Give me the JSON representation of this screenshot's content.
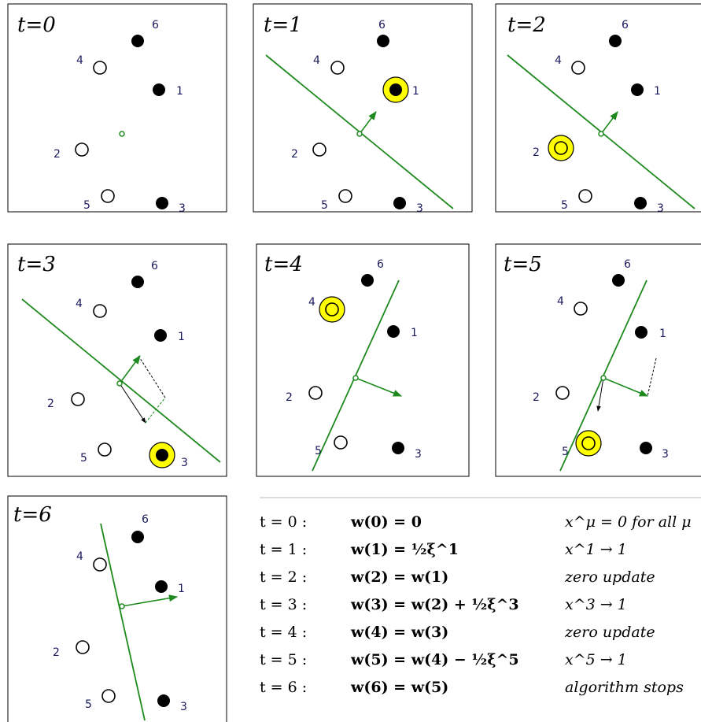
{
  "panels": [
    {
      "label": "t=0"
    },
    {
      "label": "t=1"
    },
    {
      "label": "t=2"
    },
    {
      "label": "t=3"
    },
    {
      "label": "t=4"
    },
    {
      "label": "t=5"
    },
    {
      "label": "t=6"
    }
  ],
  "point_labels": [
    "1",
    "2",
    "3",
    "4",
    "5",
    "6"
  ],
  "colors": {
    "hyperplane": "#1e8a1e",
    "highlight": "#ffff00",
    "frame": "#000000",
    "label": "#1a1a5e"
  },
  "table": {
    "rows": [
      {
        "t": "t = 0 :",
        "w": "w(0) = 0",
        "note": "x^μ = 0 for all μ"
      },
      {
        "t": "t = 1 :",
        "w": "w(1) = ½ξ^1",
        "note": "x^1 → 1"
      },
      {
        "t": "t = 2 :",
        "w": "w(2) = w(1)",
        "note": "zero update"
      },
      {
        "t": "t = 3 :",
        "w": "w(3) = w(2) + ½ξ^3",
        "note": "x^3 → 1"
      },
      {
        "t": "t = 4 :",
        "w": "w(4) = w(3)",
        "note": "zero update"
      },
      {
        "t": "t = 5 :",
        "w": "w(5) = w(4) − ½ξ^5",
        "note": "x^5 → 1"
      },
      {
        "t": "t = 6 :",
        "w": "w(6) = w(5)",
        "note": "algorithm stops"
      }
    ]
  }
}
